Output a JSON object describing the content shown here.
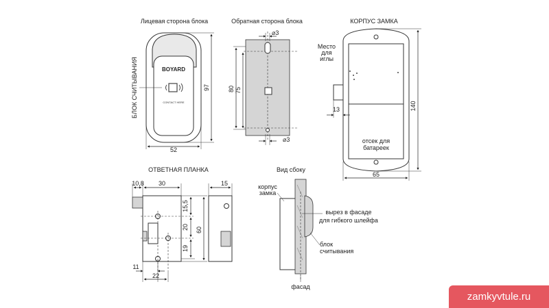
{
  "views": {
    "front_title": "Лицевая сторона блока",
    "back_title": "Обратная сторона блока",
    "body_title": "КОРПУС ЗАМКА",
    "strike_title": "ОТВЕТНАЯ ПЛАНКА",
    "side_title": "Вид сбоку"
  },
  "front": {
    "side_label": "БЛОК СЧИТЫВАНИЯ",
    "brand": "BOYARD",
    "contact": "CONTACT HERE",
    "dim_height": "97",
    "dim_width": "52"
  },
  "back": {
    "dim_top": "⌀3",
    "dim_bottom": "⌀3",
    "dim_80": "80",
    "dim_75": "75"
  },
  "body": {
    "needle_line1": "Место",
    "needle_line2": "для",
    "needle_line3": "иглы",
    "battery_line1": "отсек для",
    "battery_line2": "батареек",
    "dim_13": "13",
    "dim_140": "140",
    "dim_65": "65"
  },
  "strike": {
    "dim_10_8": "10,8",
    "dim_30": "30",
    "dim_15_top": "15",
    "dim_15_5": "15,5",
    "dim_20": "20",
    "dim_19": "19",
    "dim_60": "60",
    "dim_11": "11",
    "dim_22": "22"
  },
  "side": {
    "housing_line1": "корпус",
    "housing_line2": "замка",
    "cutout_line1": "вырез в фасаде",
    "cutout_line2": "для гибкого шлейфа",
    "reader_line1": "блок",
    "reader_line2": "считывания",
    "facade": "фасад"
  },
  "watermark": "zamkyvtule.ru"
}
